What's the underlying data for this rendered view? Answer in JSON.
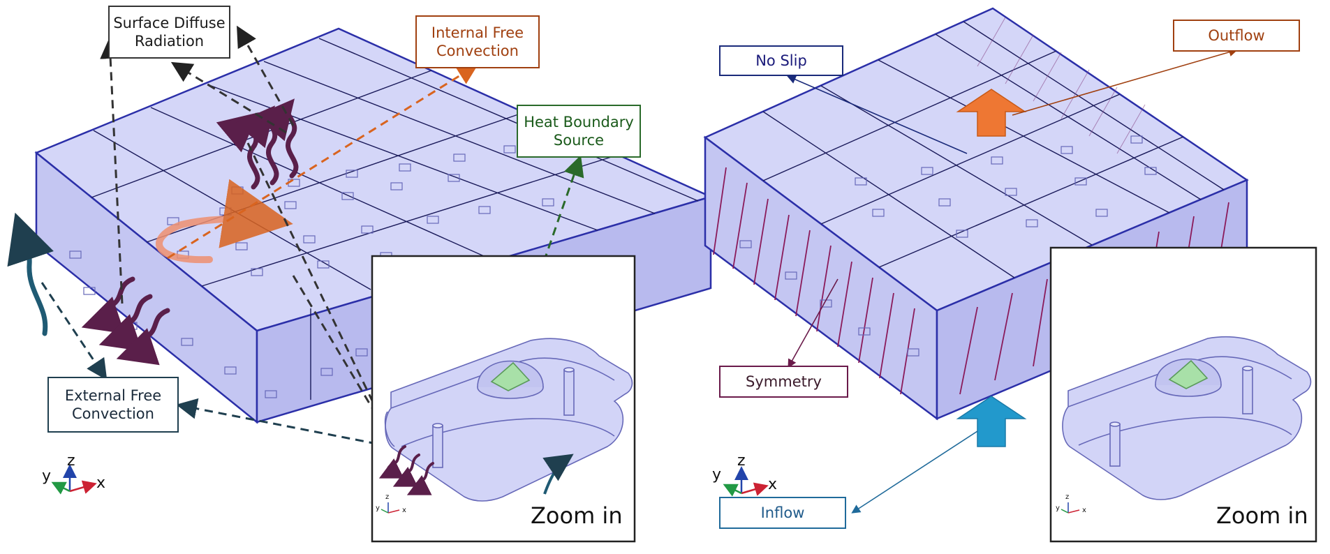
{
  "labels": {
    "surface_diffuse_radiation": "Surface Diffuse\nRadiation",
    "internal_free_convection": "Internal Free\nConvection",
    "heat_boundary_source": "Heat Boundary\nSource",
    "external_free_convection": "External Free\nConvection",
    "no_slip": "No Slip",
    "outflow": "Outflow",
    "symmetry": "Symmetry",
    "inflow": "Inflow",
    "zoom_in_left": "Zoom in",
    "zoom_in_right": "Zoom in"
  },
  "axes": {
    "x": "x",
    "y": "y",
    "z": "z"
  },
  "colors": {
    "box_fill": "#c9cbf5",
    "box_edge": "#2b2fa8",
    "grid_line": "#1a1a5a",
    "wave_arrow": "#5a1f4a",
    "radiation_line": "#333333",
    "internal_conv": "#c0571a",
    "heat_source": "#2a6a2a",
    "external_conv": "#1f3f4f",
    "outflow_arrow": "#ee7733",
    "inflow_arrow": "#2299cc",
    "symmetry_line": "#8a1a5a",
    "blue_arrow": "#1f5a73"
  }
}
